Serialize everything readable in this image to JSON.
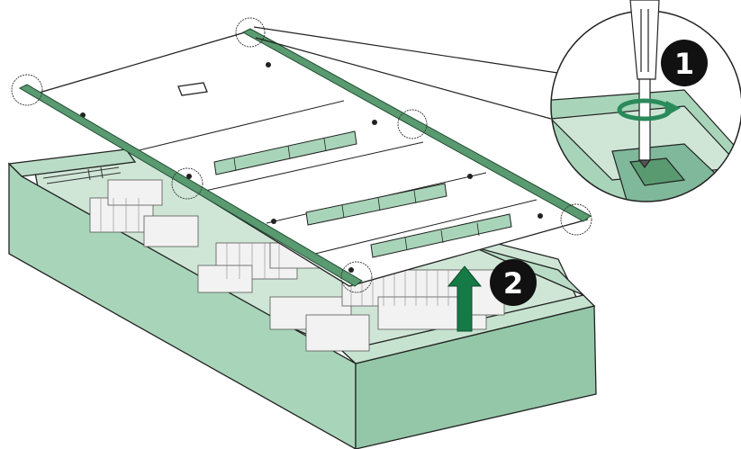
{
  "steps": [
    {
      "number": "1"
    },
    {
      "number": "2"
    }
  ],
  "colors": {
    "housing": "#a8d5b9",
    "housing_dark": "#7fb89a",
    "cover": "#ffffff",
    "rail": "#2f6b45",
    "terminal": "#f2f2f2",
    "badge": "#111111",
    "arrow": "#157a46",
    "outline": "#222222"
  },
  "icons": [
    "screwdriver-icon",
    "rotate-arrow-icon",
    "lift-arrow-icon",
    "screw-callout-circle"
  ]
}
